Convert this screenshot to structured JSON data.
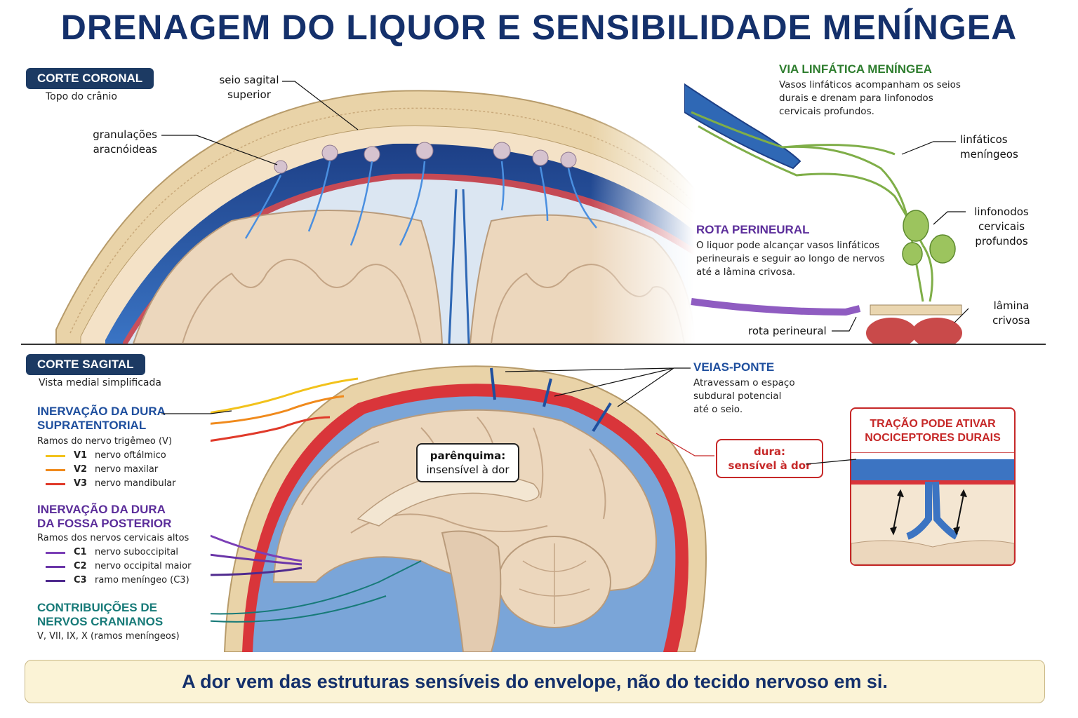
{
  "title": "DRENAGEM DO LIQUOR E SENSIBILIDADE MENÍNGEA",
  "coronal": {
    "badge": "CORTE CORONAL",
    "subtitle": "Topo do crânio",
    "labels": {
      "sinus": [
        "seio sagital",
        "superior"
      ],
      "granulations": [
        "granulações",
        "aracnóideas"
      ]
    }
  },
  "lymph": {
    "heading": "VIA LINFÁTICA MENÍNGEA",
    "description": [
      "Vasos linfáticos acompanham os seios",
      "durais e drenam para linfonodos",
      "cervicais profundos."
    ],
    "labels": {
      "meningeal_lymphatics": [
        "linfáticos",
        "meníngeos"
      ],
      "nodes": [
        "linfonodos",
        "cervicais",
        "profundos"
      ],
      "cribriform": [
        "lâmina",
        "crivosa"
      ],
      "perineural_route": "rota perineural"
    },
    "perineural_heading": "ROTA PERINEURAL",
    "perineural_description": [
      "O liquor pode alcançar vasos linfáticos",
      "perineurais e seguir ao longo de nervos",
      "até a lâmina crivosa."
    ]
  },
  "sagittal": {
    "badge": "CORTE SAGITAL",
    "subtitle": "Vista medial simplificada",
    "supratentorial": {
      "heading": [
        "INERVAÇÃO DA DURA",
        "SUPRATENTORIAL"
      ],
      "subtitle": "Ramos do nervo trigêmeo (V)",
      "items": [
        {
          "code": "V1",
          "name": "nervo oftálmico",
          "color": "#f2c21b"
        },
        {
          "code": "V2",
          "name": "nervo maxilar",
          "color": "#f08a1c"
        },
        {
          "code": "V3",
          "name": "nervo mandibular",
          "color": "#e03a2a"
        }
      ]
    },
    "posterior": {
      "heading": [
        "INERVAÇÃO DA DURA",
        "DA FOSSA POSTERIOR"
      ],
      "subtitle": "Ramos dos nervos cervicais altos",
      "items": [
        {
          "code": "C1",
          "name": "nervo suboccipital",
          "color": "#7b3fb6"
        },
        {
          "code": "C2",
          "name": "nervo occipital maior",
          "color": "#6a35a8"
        },
        {
          "code": "C3",
          "name": "ramo meníngeo (C3)",
          "color": "#4f2a8e"
        }
      ]
    },
    "cranial": {
      "heading": [
        "CONTRIBUIÇÕES DE",
        "NERVOS CRANIANOS"
      ],
      "subtitle": "V, VII, IX, X (ramos meníngeos)"
    },
    "bridging_veins": {
      "heading": "VEIAS-PONTE",
      "description": [
        "Atravessam o espaço",
        "subdural potencial",
        "até o seio."
      ]
    },
    "parenchyma": [
      "parênquima:",
      "insensível à dor"
    ],
    "dura": [
      "dura:",
      "sensível à dor"
    ],
    "traction": [
      "TRAÇÃO PODE ATIVAR",
      "NOCICEPTORES DURAIS"
    ]
  },
  "footer": "A dor vem das estruturas sensíveis do envelope, não do tecido nervoso em si.",
  "colors": {
    "title": "#14306b",
    "badge": "#1c3a63",
    "dura_red": "#d9353a",
    "csf_blue": "#2f68b5",
    "brain": "#ecd7bd",
    "lymph_green": "#7fae48"
  }
}
